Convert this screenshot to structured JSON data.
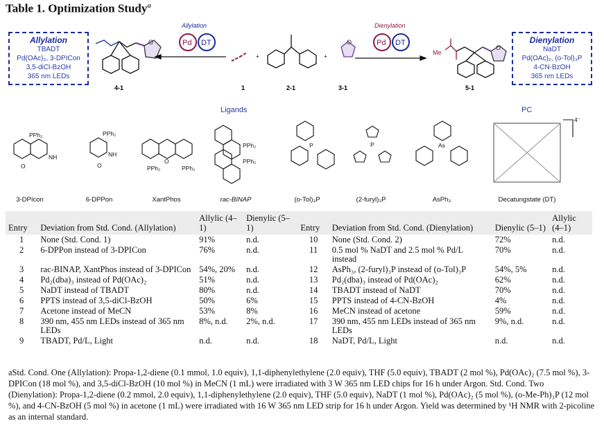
{
  "title": "Table 1. Optimization Study",
  "title_note": "a",
  "scheme": {
    "allylation_box": {
      "heading": "Allylation",
      "lines": [
        "TBADT",
        "Pd(OAc)₂, 3-DPICon",
        "3,5-diCl-BzOH",
        "365 nm LEDs"
      ]
    },
    "dienylation_box": {
      "heading": "Dienylation",
      "lines": [
        "NaDT",
        "Pd(OAc)₂, (o-Tol)₃P",
        "4-CN-BzOH",
        "365 nm LEDs"
      ]
    },
    "arrow_left_label": "Allylation",
    "arrow_right_label": "Dienylation",
    "catalyst_pd": "Pd",
    "catalyst_dt": "DT",
    "me": "Me",
    "plus": "+",
    "compounds": [
      "4-1",
      "1",
      "2-1",
      "3-1",
      "5-1"
    ]
  },
  "sections": {
    "ligands": "Ligands",
    "pc": "PC"
  },
  "ligands": [
    "3-DPIcon",
    "6-DPPon",
    "XantPhos",
    "rac-BINAP",
    "(o-Tol)₃P",
    "(2-furyl)₃P",
    "AsPh₃",
    "Decatungstate (DT)"
  ],
  "ligand_atoms": {
    "pph2": "PPh₂",
    "nh": "NH",
    "o": "O",
    "p": "P",
    "as": "As",
    "charge": "4⁻"
  },
  "table": {
    "headers": [
      "Entry",
      "Deviation from Std. Cond. (Allylation)",
      "Allylic (4–1)",
      "Dienylic (5–1)",
      "Entry",
      "Deviation from Std. Cond. (Dienylation)",
      "Dienylic (5–1)",
      "Allylic (4–1)"
    ],
    "rows": [
      [
        "1",
        "None (Std. Cond. 1)",
        "91%",
        "n.d.",
        "10",
        "None (Std. Cond. 2)",
        "72%",
        "n.d."
      ],
      [
        "2",
        "6-DPPon instead of 3-DPICon",
        "76%",
        "n.d.",
        "11",
        "0.5 mol % NaDT and 2.5 mol % Pd/L instead",
        "70%",
        "n.d."
      ],
      [
        "3",
        "rac-BINAP, XantPhos instead of 3-DPICon",
        "54%, 20%",
        "n.d.",
        "12",
        "AsPh₃, (2-furyl)₃P instead of (o-Tol)₃P",
        "54%, 5%",
        "n.d."
      ],
      [
        "4",
        "Pd₂(dba)₃ instead of Pd(OAc)₂",
        "51%",
        "n.d.",
        "13",
        "Pd₂(dba)₃ instead of Pd(OAc)₂",
        "62%",
        "n.d."
      ],
      [
        "5",
        "NaDT instead of TBADT",
        "80%",
        "n.d.",
        "14",
        "TBADT instead of NaDT",
        "70%",
        "n.d."
      ],
      [
        "6",
        "PPTS instead of 3,5-diCl-BzOH",
        "50%",
        "6%",
        "15",
        "PPTS instead of 4-CN-BzOH",
        "4%",
        "n.d."
      ],
      [
        "7",
        "Acetone instead of MeCN",
        "53%",
        "8%",
        "16",
        "MeCN instead of acetone",
        "59%",
        "n.d."
      ],
      [
        "8",
        "390 nm, 455 nm LEDs instead of 365 nm LEDs",
        "8%, n.d.",
        "2%, n.d.",
        "17",
        "390 nm, 455 nm LEDs instead of 365 nm LEDs",
        "9%, n.d.",
        "n.d."
      ],
      [
        "9",
        "TBADT, Pd/L, Light",
        "n.d.",
        "n.d.",
        "18",
        "NaDT, Pd/L, Light",
        "n.d.",
        "n.d."
      ]
    ]
  },
  "footnote": "aStd. Cond. One (Allylation): Propa-1,2-diene (0.1 mmol, 1.0 equiv), 1,1-diphenylethylene (2.0 equiv), THF (5.0 equiv), TBADT (2 mol %), Pd(OAc)₂ (7.5 mol %), 3-DPICon (18 mol %), and 3,5-diCl-BzOH (10 mol %) in MeCN (1 mL) were irradiated with 3 W 365 nm LED chips for 16 h under Argon. Std. Cond. Two (Dienylation): Propa-1,2-diene (0.2 mmol, 2.0 equiv), 1,1-diphenylethylene (2.0 equiv), THF (5.0 equiv), NaDT (1 mol %), Pd(OAc)₂ (5 mol %), (o-Me-Ph)₃P (12 mol %), and 4-CN-BzOH (5 mol %) in acetone (1 mL) were irradiated with 16 W 365 nm LED strip for 16 h under Argon. Yield was determined by ¹H NMR with 2-picoline as an internal standard.",
  "colors": {
    "blue": "#1a2a9a",
    "maroon": "#8a1a4a",
    "purple": "#7a5ab0",
    "header_bg": "#ececec"
  }
}
